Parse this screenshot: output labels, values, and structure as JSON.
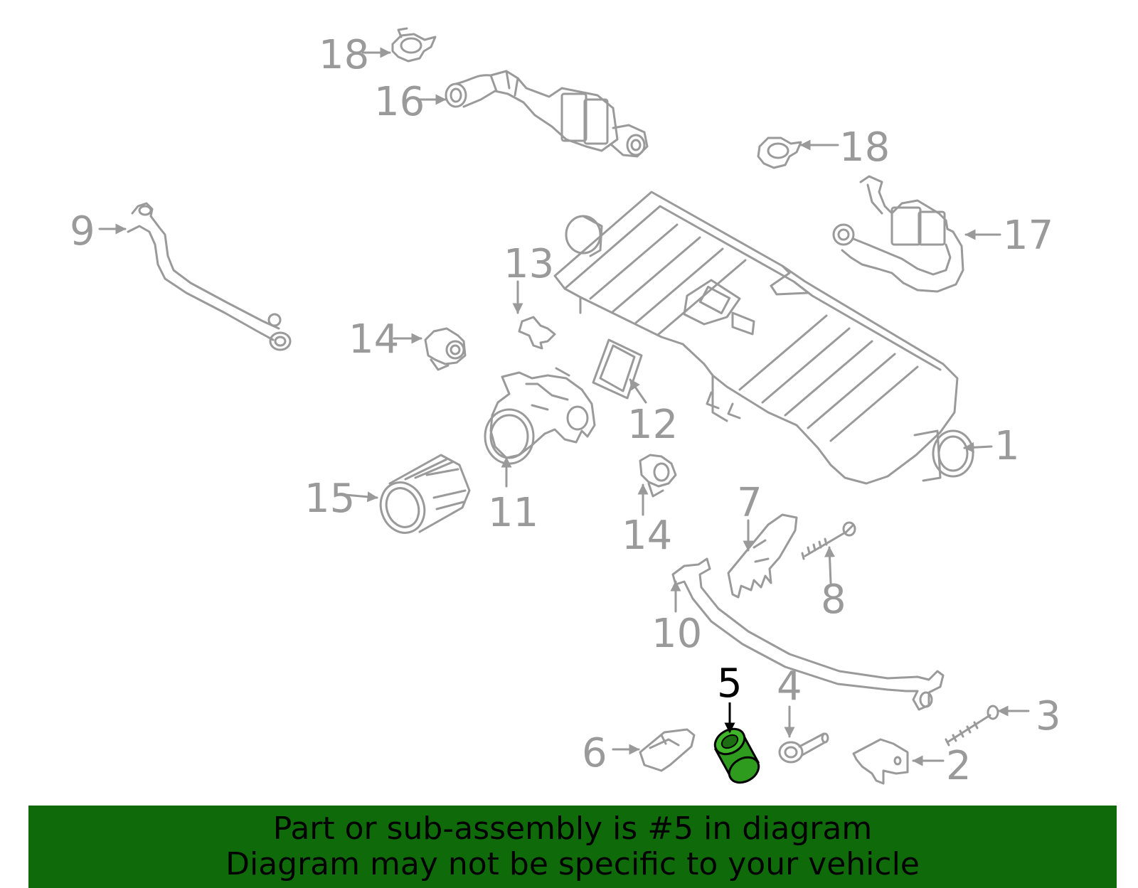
{
  "callouts": [
    {
      "id": "c18a",
      "text": "18"
    },
    {
      "id": "c16",
      "text": "16"
    },
    {
      "id": "c18b",
      "text": "18"
    },
    {
      "id": "c9",
      "text": "9"
    },
    {
      "id": "c17",
      "text": "17"
    },
    {
      "id": "c13",
      "text": "13"
    },
    {
      "id": "c14a",
      "text": "14"
    },
    {
      "id": "c12",
      "text": "12"
    },
    {
      "id": "c1",
      "text": "1"
    },
    {
      "id": "c11",
      "text": "11"
    },
    {
      "id": "c15",
      "text": "15"
    },
    {
      "id": "c14b",
      "text": "14"
    },
    {
      "id": "c7",
      "text": "7"
    },
    {
      "id": "c8",
      "text": "8"
    },
    {
      "id": "c10",
      "text": "10"
    },
    {
      "id": "c5",
      "text": "5",
      "highlight": true
    },
    {
      "id": "c4",
      "text": "4"
    },
    {
      "id": "c3",
      "text": "3"
    },
    {
      "id": "c6",
      "text": "6"
    },
    {
      "id": "c2",
      "text": "2"
    }
  ],
  "banner": {
    "line1": "Part or sub-assembly is #5 in diagram",
    "line2": "Diagram may not be specific to your vehicle",
    "background": "#0f6b0a"
  },
  "colors": {
    "line": "#9a9a9a",
    "label": "#9a9a9a",
    "highlight_label": "#000000",
    "highlight_part": "#2e9b1e"
  }
}
